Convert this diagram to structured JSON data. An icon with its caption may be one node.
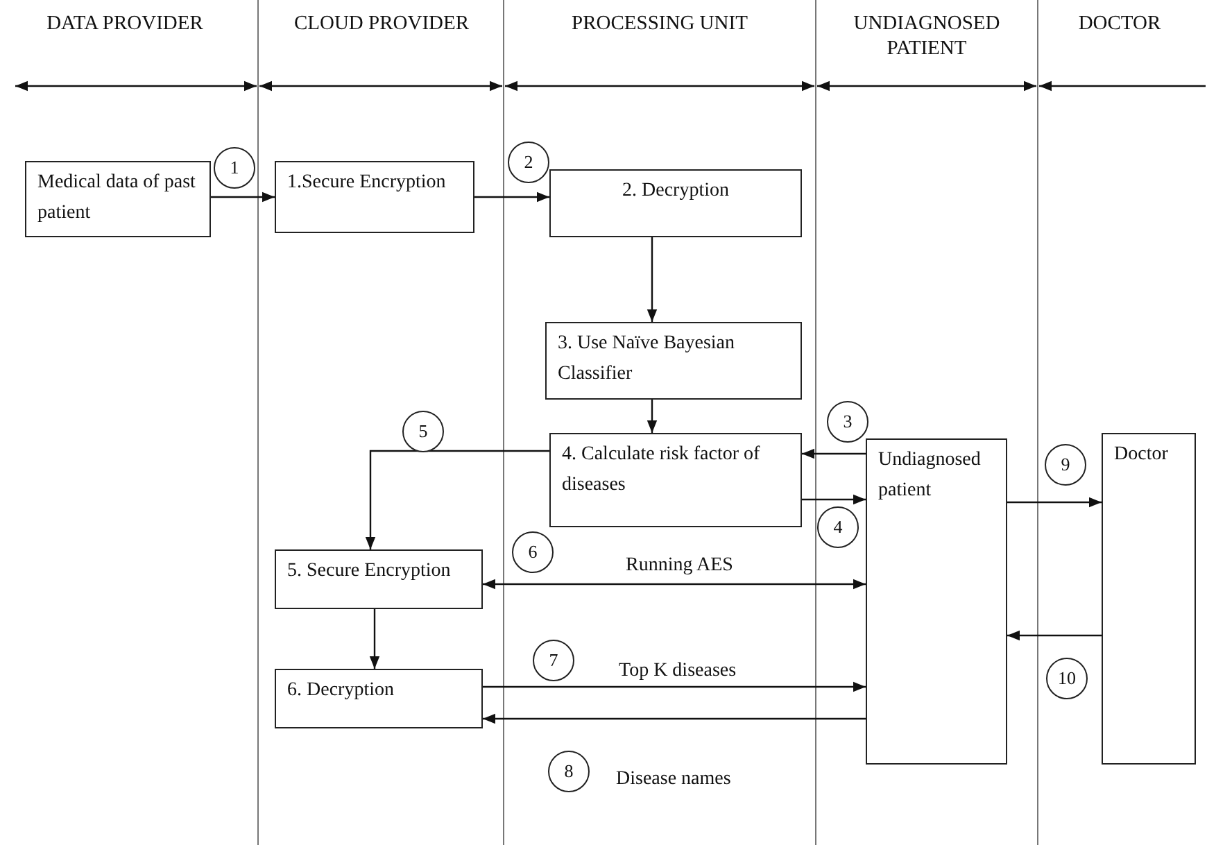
{
  "diagram": {
    "nodes": [
      {
        "text": [
          "Medical data of past patient"
        ]
      },
      {
        "text": [
          "1.Secure Encryption"
        ]
      },
      {
        "text": [
          "2. Decryption"
        ]
      },
      {
        "text": [
          "3. Use Naïve Bayesian Classifier"
        ]
      },
      {
        "text": [
          "4. Calculate risk factor of diseases"
        ]
      },
      {
        "text": [
          "Undiagnosed patient"
        ]
      },
      {
        "text": [
          "Doctor"
        ]
      },
      {
        "text": [
          "5. Secure Encryption"
        ]
      },
      {
        "text": [
          "6. Decryption"
        ]
      },
      {
        "text": [
          "1"
        ]
      },
      {
        "text": [
          "2"
        ]
      },
      {
        "text": [
          "5"
        ]
      },
      {
        "text": [
          "3"
        ]
      },
      {
        "text": [
          "4"
        ]
      },
      {
        "text": [
          "6"
        ]
      },
      {
        "text": [
          "9"
        ]
      },
      {
        "text": [
          "7"
        ]
      },
      {
        "text": [
          "10"
        ]
      },
      {
        "text": [
          "8"
        ]
      }
    ],
    "edges": [
      {
        "from": 0,
        "to": 1,
        "arrow": "to"
      },
      {
        "from": 1,
        "to": 2,
        "arrow": "to"
      },
      {
        "from": 2,
        "to": 3,
        "arrow": "to"
      },
      {
        "from": 3,
        "to": 4,
        "arrow": "to"
      },
      {
        "from": 5,
        "to": 4,
        "arrow": "to"
      },
      {
        "from": 4,
        "to": 5,
        "arrow": "to"
      },
      {
        "from": 4,
        "to": 7,
        "arrow": "to"
      },
      {
        "from": 7,
        "to": 8,
        "arrow": "to"
      },
      {
        "from": 7,
        "to": 5,
        "arrow": "both",
        "label": "Running AES"
      },
      {
        "from": 8,
        "to": 5,
        "arrow": "to",
        "label": "Top K diseases"
      },
      {
        "from": 5,
        "to": 8,
        "arrow": "to"
      },
      {
        "from": 5,
        "to": 6,
        "arrow": "to"
      },
      {
        "from": 6,
        "to": 5,
        "arrow": "to"
      }
    ],
    "labels": [
      "DATA PROVIDER",
      "CLOUD PROVIDER",
      "PROCESSING UNIT",
      "UNDIAGNOSED PATIENT",
      "DOCTOR",
      "Disease names"
    ]
  }
}
